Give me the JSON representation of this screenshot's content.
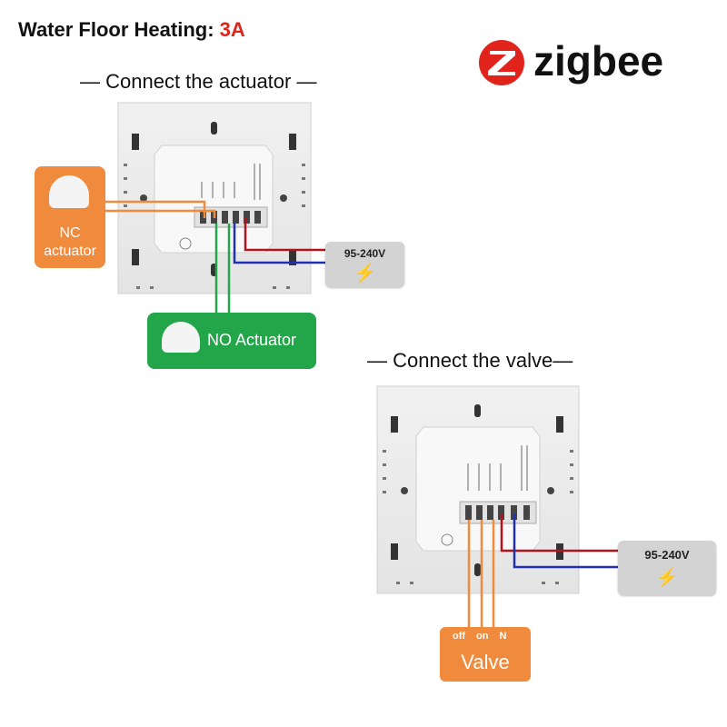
{
  "header": {
    "title_text": "Water Floor Heating:",
    "title_accent": "3A",
    "accent_color": "#e0241b"
  },
  "brand": {
    "logo_name": "zigbee-logo",
    "text": "zigbee",
    "color": "#e0241b"
  },
  "actuator_diagram": {
    "caption": "— Connect the actuator —",
    "nc_box": {
      "label_line1": "NC",
      "label_line2": "actuator",
      "color": "#f08a3c"
    },
    "no_box": {
      "label": "NO Actuator",
      "color": "#23a64a"
    },
    "power": {
      "label": "95-240V",
      "icon": "lightning-bolt-icon"
    }
  },
  "valve_diagram": {
    "caption": "— Connect the valve—",
    "valve_box": {
      "label": "Valve",
      "wire_labels": [
        "off",
        "on",
        "N"
      ],
      "color": "#f08a3c"
    },
    "power": {
      "label": "95-240V",
      "icon": "lightning-bolt-icon"
    }
  },
  "wire_colors": {
    "live": "#b3141c",
    "neutral": "#1f2fb8",
    "orange": "#f08a3c",
    "green": "#23a64a"
  }
}
